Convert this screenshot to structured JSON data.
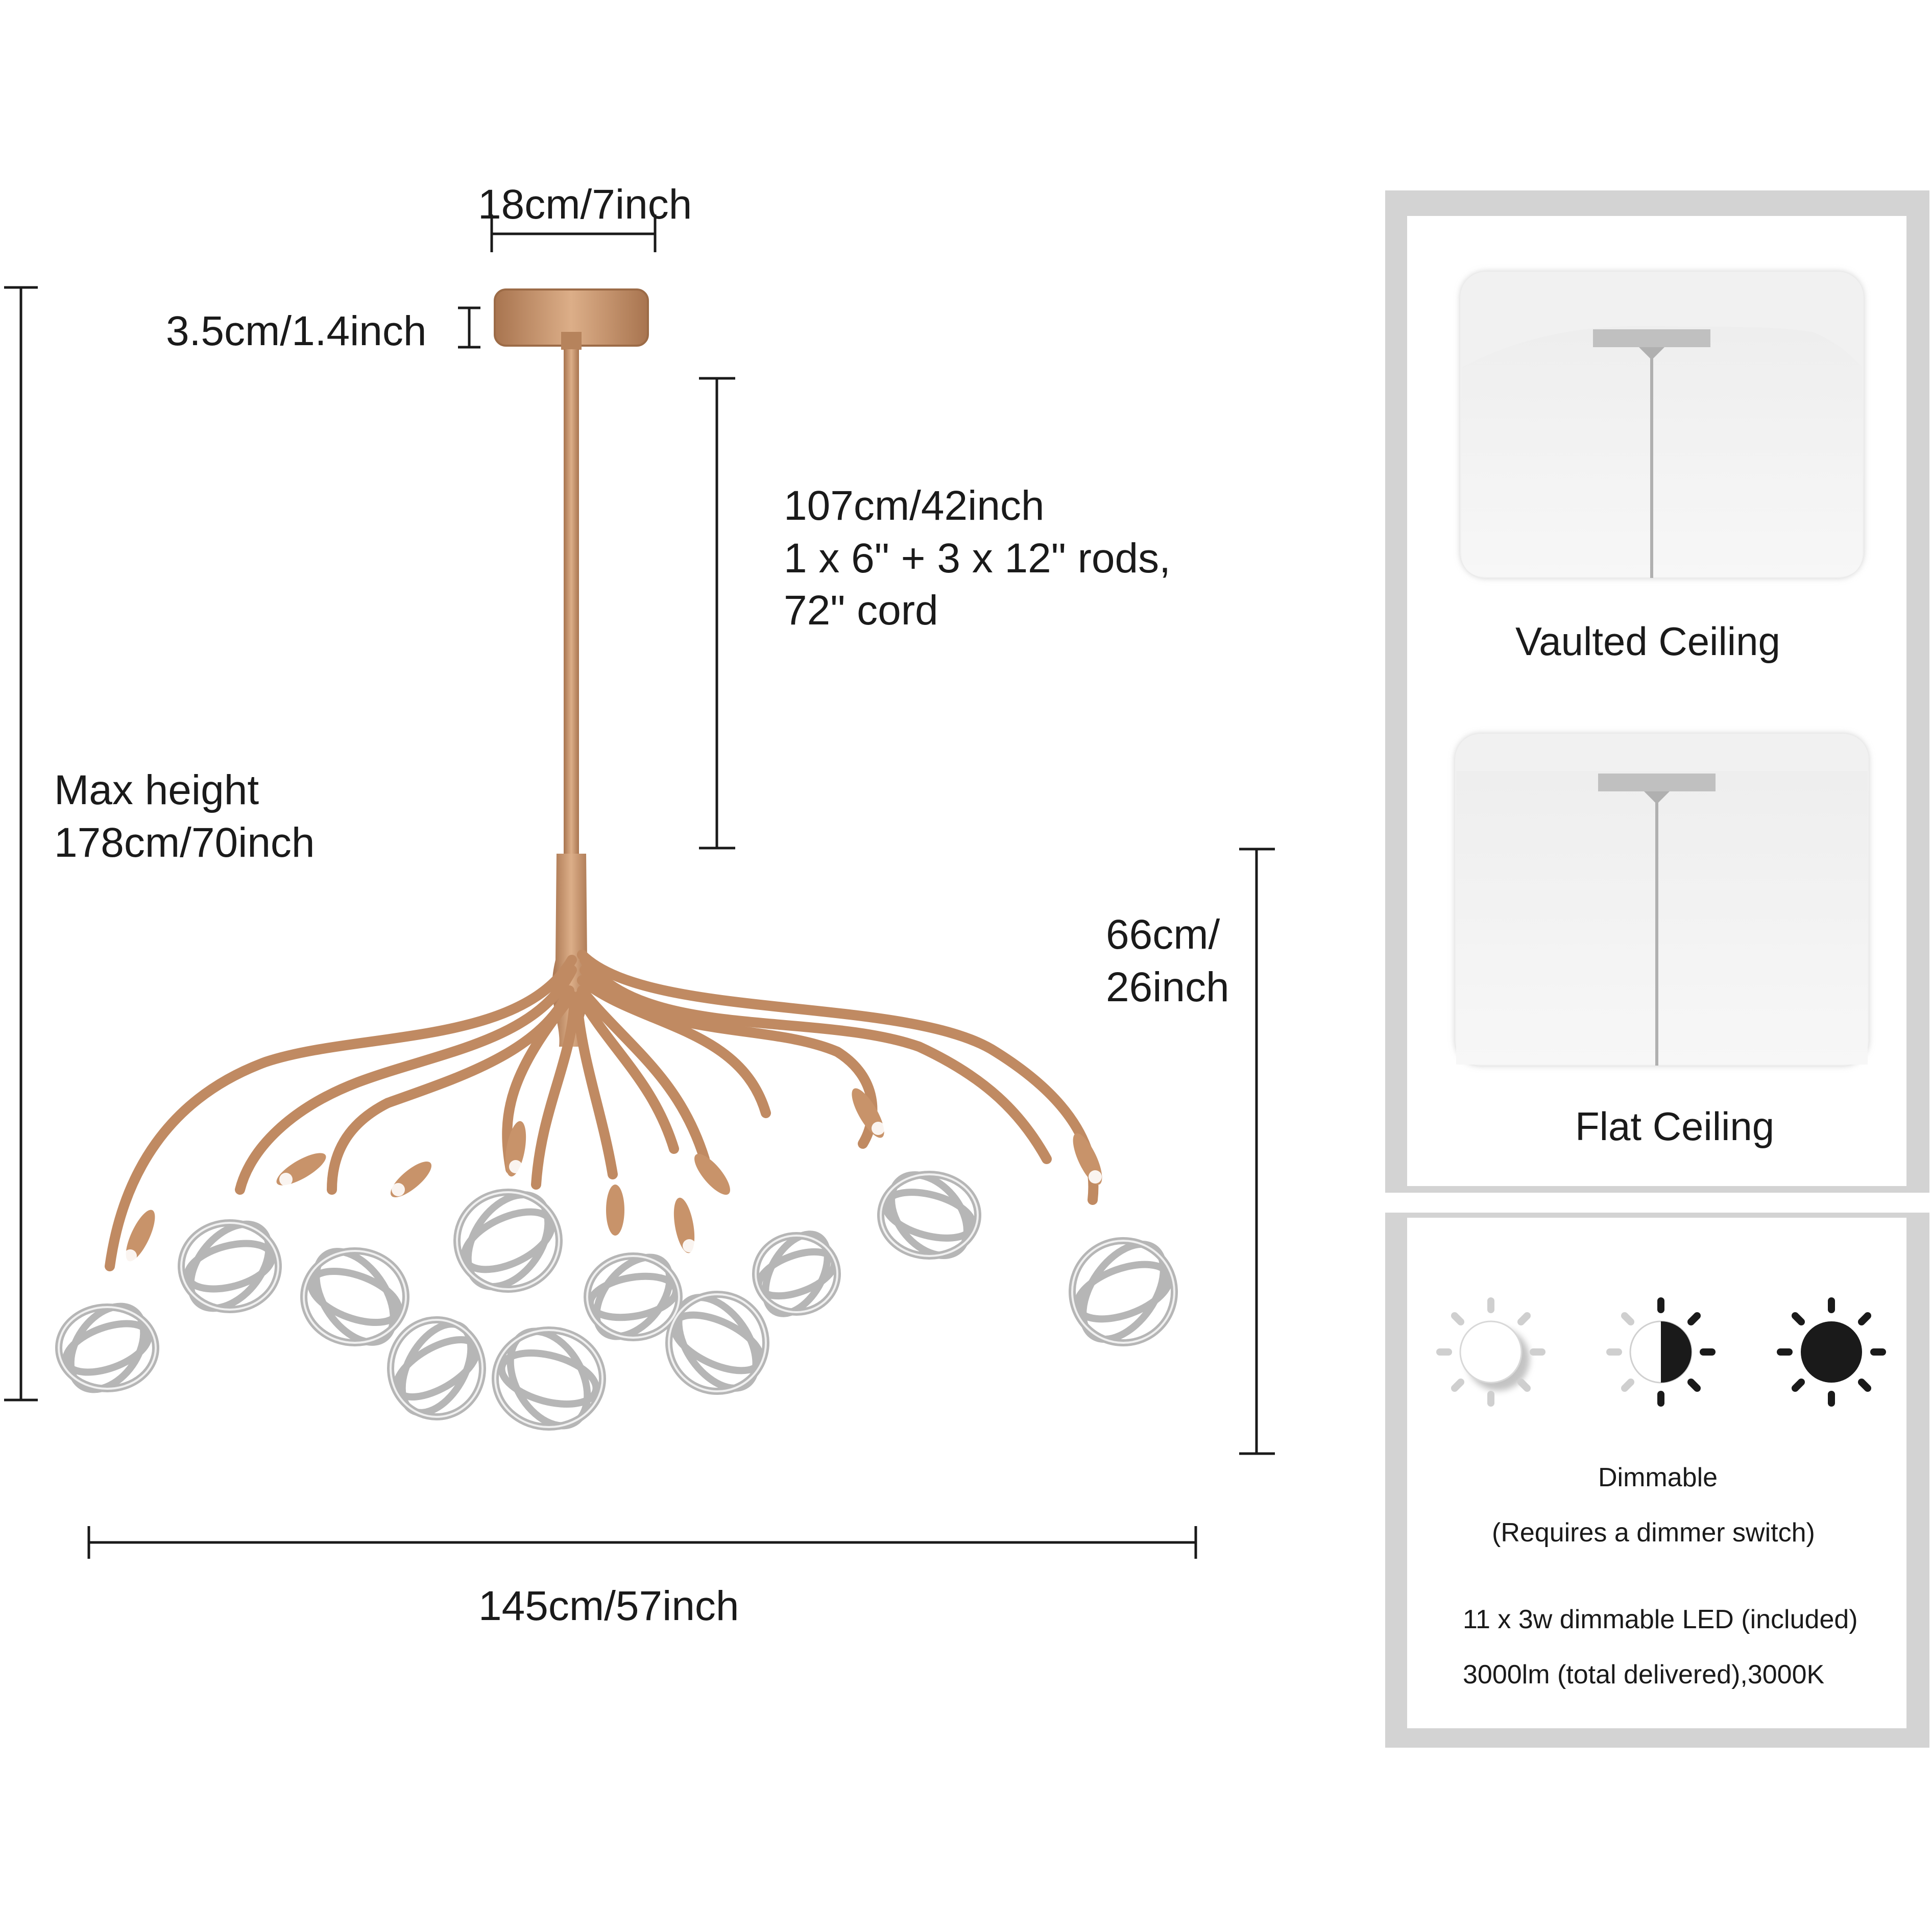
{
  "dimensions": {
    "canopy_width": "18cm/7inch",
    "canopy_height": "3.5cm/1.4inch",
    "rod_length_lines": [
      "107cm/42inch",
      "1 x 6\" + 3 x 12\" rods,",
      "72\" cord"
    ],
    "max_height_lines": [
      "Max height",
      "178cm/70inch"
    ],
    "body_height_lines": [
      "66cm/",
      "26inch"
    ],
    "overall_width": "145cm/57inch"
  },
  "ceiling_options": [
    {
      "label": "Vaulted Ceiling",
      "icon": "vaulted-ceiling-icon"
    },
    {
      "label": "Flat Ceiling",
      "icon": "flat-ceiling-icon"
    }
  ],
  "lighting": {
    "icons": [
      "sun-bright-icon",
      "sun-half-icon",
      "sun-dark-icon"
    ],
    "dimmable": "Dimmable",
    "dimmer_note": "(Requires a dimmer switch)",
    "led_spec": "11 x 3w dimmable LED (included)",
    "lumen_spec": "3000lm (total delivered),3000K"
  },
  "colors": {
    "brass": "#c8936a",
    "panel_border": "#d3d3d3",
    "dim_line": "#1a1a1a"
  }
}
